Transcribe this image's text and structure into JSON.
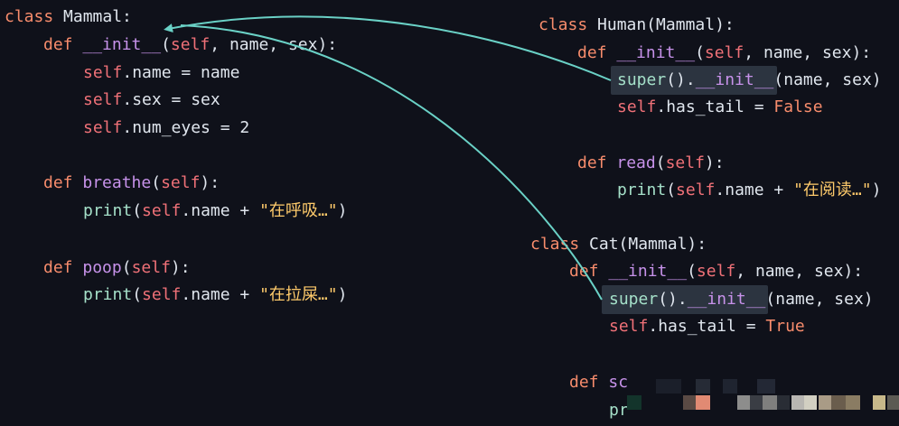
{
  "mammal": {
    "class_kw": "class",
    "class_name": "Mammal:",
    "init_def_kw": "def",
    "init_name": "__init__",
    "init_params_open": "(",
    "init_self": "self",
    "init_params_rest": ", name, sex):",
    "l1_self": "self",
    "l1_rest": ".name = name",
    "l2_self": "self",
    "l2_rest": ".sex = sex",
    "l3_self": "self",
    "l3_rest": ".num_eyes = 2",
    "breathe_def": "def",
    "breathe_name": "breathe",
    "breathe_open": "(",
    "breathe_self": "self",
    "breathe_close": "):",
    "breathe_print": "print",
    "breathe_p_open": "(",
    "breathe_p_self": "self",
    "breathe_p_mid": ".name + ",
    "breathe_str": "\"在呼吸…\"",
    "breathe_p_close": ")",
    "poop_def": "def",
    "poop_name": "poop",
    "poop_open": "(",
    "poop_self": "self",
    "poop_close": "):",
    "poop_print": "print",
    "poop_p_open": "(",
    "poop_p_self": "self",
    "poop_p_mid": ".name + ",
    "poop_str": "\"在拉屎…\"",
    "poop_p_close": ")"
  },
  "human": {
    "class_kw": "class",
    "class_name": "Human(Mammal):",
    "init_def": "def",
    "init_name": "__init__",
    "init_open": "(",
    "init_self": "self",
    "init_rest": ", name, sex):",
    "super": "super",
    "super_paren": "().",
    "super_init": "__init__",
    "super_args": "(name, sex)",
    "tail_self": "self",
    "tail_mid": ".has_tail = ",
    "tail_val": "False",
    "read_def": "def",
    "read_name": "read",
    "read_open": "(",
    "read_self": "self",
    "read_close": "):",
    "read_print": "print",
    "read_p_open": "(",
    "read_p_self": "self",
    "read_p_mid": ".name + ",
    "read_str": "\"在阅读…\"",
    "read_p_close": ")"
  },
  "cat": {
    "class_kw": "class",
    "class_name": "Cat(Mammal):",
    "init_def": "def",
    "init_name": "__init__",
    "init_open": "(",
    "init_self": "self",
    "init_rest": ", name, sex):",
    "super": "super",
    "super_paren": "().",
    "super_init": "__init__",
    "super_args": "(name, sex)",
    "tail_self": "self",
    "tail_mid": ".has_tail = ",
    "tail_val": "True",
    "sc_def": "def",
    "sc_name": "sc",
    "pr_name": "pr"
  }
}
